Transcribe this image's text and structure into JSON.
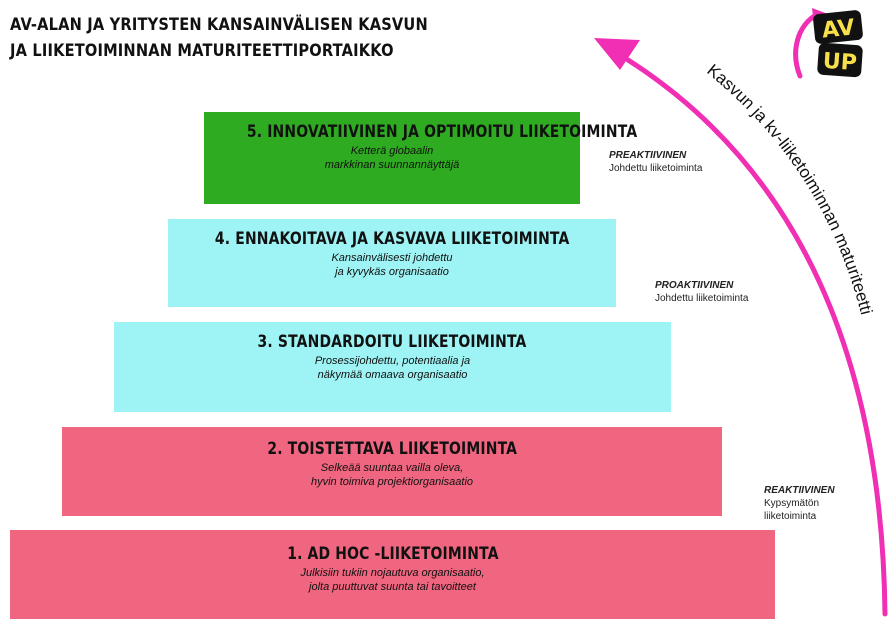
{
  "title": {
    "line1": "AV-ALAN JA YRITYSTEN KANSAINVÄLISEN KASVUN",
    "line2": "JA LIIKETOIMINNAN MATURITEETTIPORTAIKKO"
  },
  "steps": [
    {
      "title": "1. AD HOC -LIIKETOIMINTA",
      "description": "Julkisiin tukiin nojautuva organisaatio,\njolta puuttuvat suunta tai tavoitteet",
      "color": "#f0657f"
    },
    {
      "title": "2. TOISTETTAVA LIIKETOIMINTA",
      "description": "Selkeää suuntaa vailla oleva,\nhyvin toimiva projektiorganisaatio",
      "color": "#f0657f"
    },
    {
      "title": "3. STANDARDOITU LIIKETOIMINTA",
      "description": "Prosessijohdettu, potentiaalia ja\nnäkymää omaava organisaatio",
      "color": "#9ef3f4"
    },
    {
      "title": "4. ENNAKOITAVA JA KASVAVA LIIKETOIMINTA",
      "description": "Kansainvälisesti johdettu\nja kyvykäs organisaatio",
      "color": "#9ef3f4"
    },
    {
      "title": "5. INNOVATIIVINEN JA OPTIMOITU LIIKETOIMINTA",
      "description": "Ketterä globaalin\nmarkkinan suunnannäyttäjä",
      "color": "#2eab21"
    }
  ],
  "side_labels": {
    "preaktiivinen": {
      "strong": "PREAKTIIVINEN",
      "text": "Johdettu liiketoiminta"
    },
    "proaktiivinen": {
      "strong": "PROAKTIIVINEN",
      "text": "Johdettu liiketoiminta"
    },
    "reaktiivinen": {
      "strong": "REAKTIIVINEN",
      "text": "Kypsymätön\nliiketoiminta"
    }
  },
  "arrow": {
    "label": "Kasvun ja kv-liiketoiminnan maturiteetti",
    "color": "#f02fb4"
  },
  "logo": {
    "text_top": "AV",
    "text_bottom": "UP",
    "bg_color": "#111111",
    "text_color": "#f8e04a",
    "accent_color": "#f02fb4"
  }
}
